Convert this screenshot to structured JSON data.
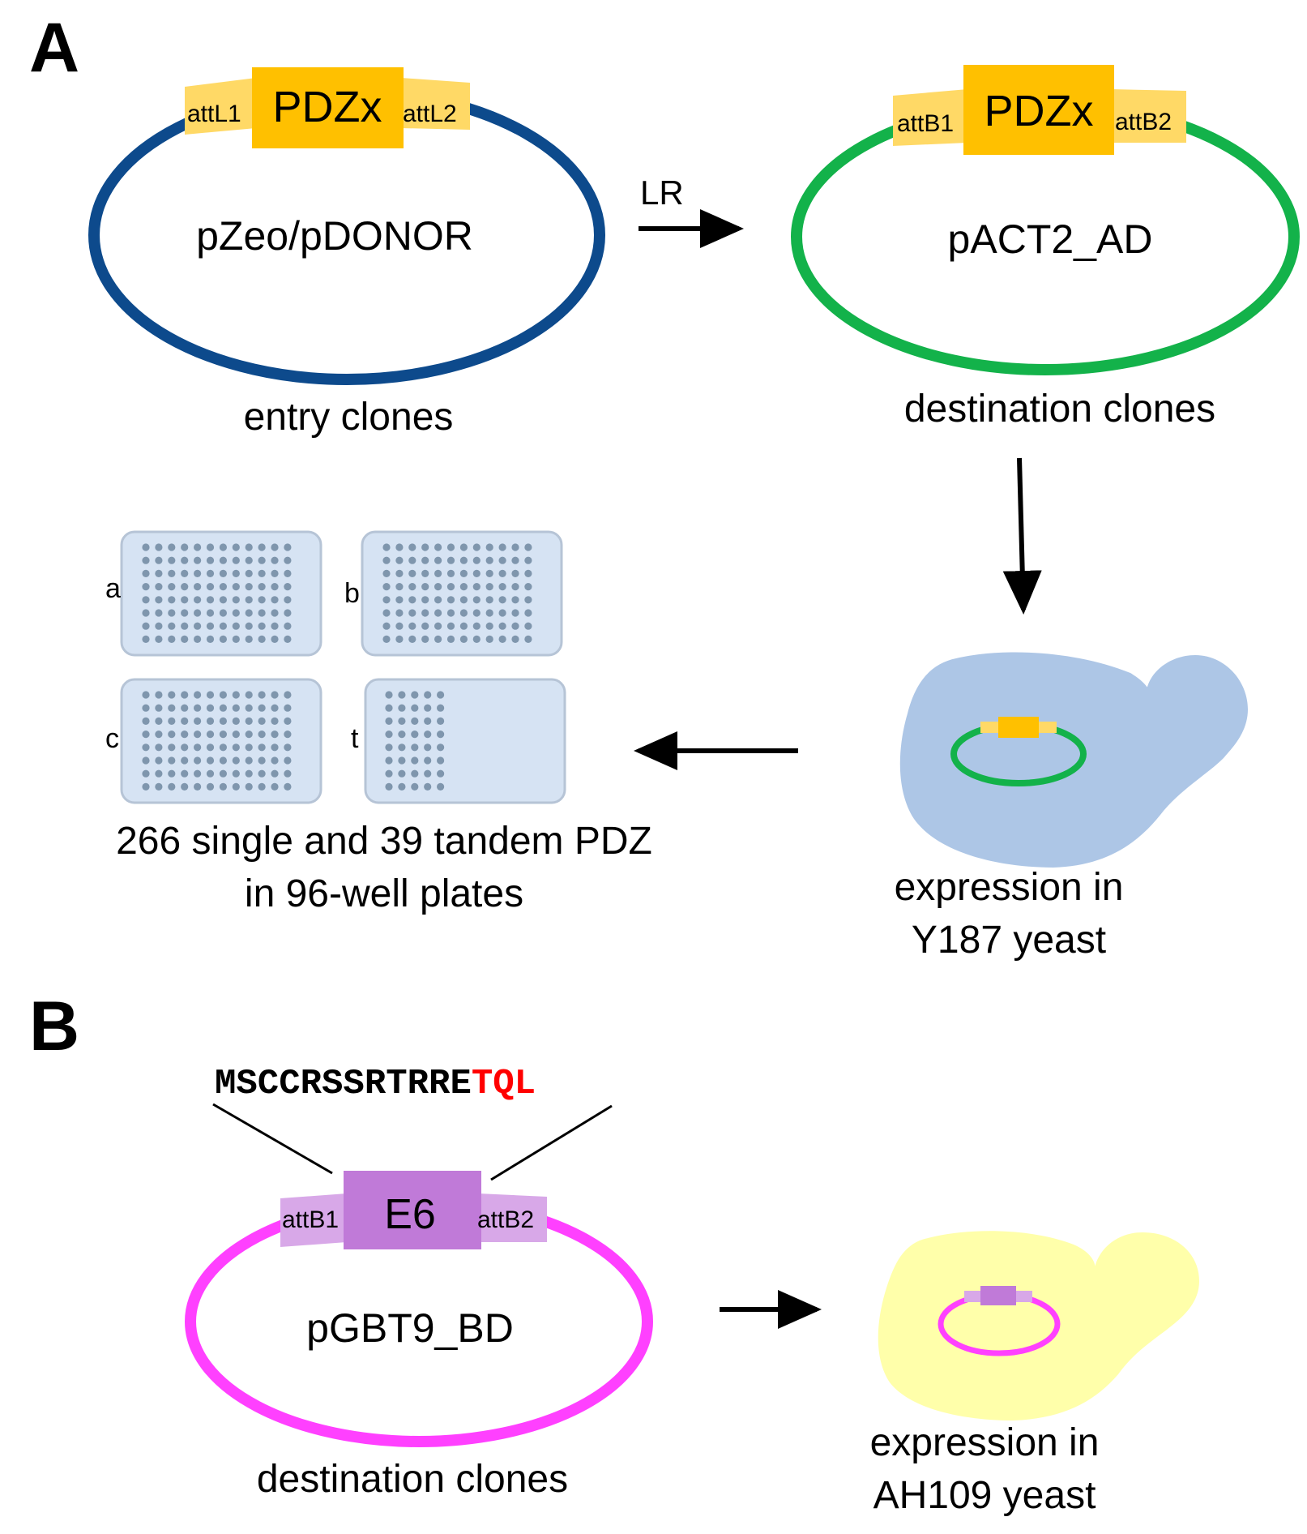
{
  "panels": {
    "a": "A",
    "b": "B"
  },
  "entry": {
    "plasmid": "pZeo/pDONOR",
    "insert": "PDZx",
    "left_site": "attL1",
    "right_site": "attL2",
    "caption": "entry clones",
    "color": "#0d4a8c"
  },
  "lr_reaction": "LR",
  "destination_ad": {
    "plasmid": "pACT2_AD",
    "insert": "PDZx",
    "left_site": "attB1",
    "right_site": "attB2",
    "caption": "destination clones",
    "color": "#13b24a"
  },
  "insert_color": "#ffc000",
  "site_color": "#ffd966",
  "yeast_y187": {
    "caption_line1": "expression in",
    "caption_line2": "Y187 yeast",
    "color": "#adc6e6"
  },
  "plates": {
    "labels": [
      "a",
      "b",
      "c",
      "t"
    ],
    "caption_line1": "266 single and 39 tandem PDZ",
    "caption_line2": "in 96-well plates",
    "plate_color": "#d6e3f3",
    "well_color": "#7f96ad"
  },
  "bait": {
    "sequence_black": "MSCCRSSRTRRE",
    "sequence_red": "TQL",
    "red_color": "#ff0000",
    "plasmid": "pGBT9_BD",
    "insert": "E6",
    "left_site": "attB1",
    "right_site": "attB2",
    "caption": "destination clones",
    "color": "#ff40ff",
    "insert_color": "#c07ad8",
    "site_color": "#d8a8e8"
  },
  "yeast_ah109": {
    "caption_line1": "expression in",
    "caption_line2": "AH109 yeast",
    "color": "#ffffaa"
  }
}
